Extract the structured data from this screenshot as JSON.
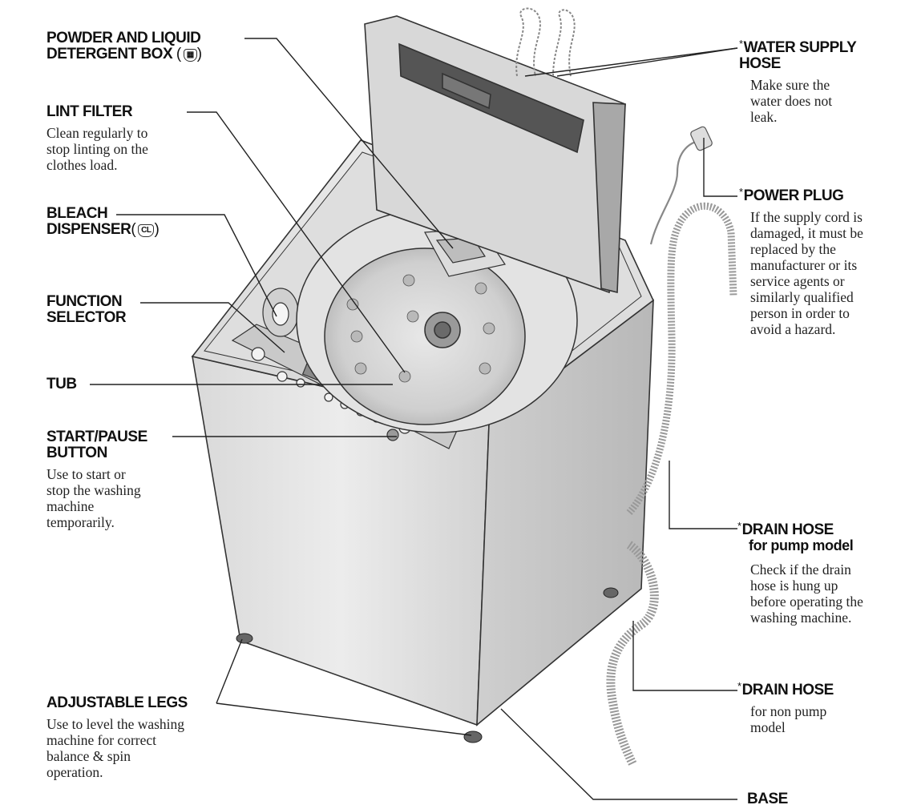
{
  "labels": {
    "powder_box": {
      "title_line1": "POWDER AND LIQUID",
      "title_line2": "DETERGENT BOX"
    },
    "lint_filter": {
      "title": "LINT FILTER",
      "desc": "Clean regularly to\nstop linting on the\nclothes load."
    },
    "bleach": {
      "title_line1": "BLEACH",
      "title_line2": "DISPENSER",
      "icon_text": "CL"
    },
    "function_selector": {
      "title": "FUNCTION\nSELECTOR"
    },
    "tub": {
      "title": "TUB"
    },
    "start_pause": {
      "title": "START/PAUSE\nBUTTON",
      "desc": "Use to start or\nstop the washing\nmachine\ntemporarily."
    },
    "legs": {
      "title": "ADJUSTABLE LEGS",
      "desc": "Use to level the washing\nmachine for correct\nbalance & spin\noperation."
    },
    "water_hose": {
      "star": "*",
      "title": "WATER SUPPLY\nHOSE",
      "desc": "Make sure the\nwater does not\nleak."
    },
    "power_plug": {
      "star": "*",
      "title": "POWER PLUG",
      "desc": "If the supply cord is\ndamaged, it must be\nreplaced by the\nmanufacturer or its\nservice agents or\nsimilarly qualified\nperson in order to\navoid a hazard."
    },
    "drain_pump": {
      "star": "*",
      "title": "DRAIN HOSE",
      "subtitle": "for pump model",
      "desc": "Check if the drain\nhose is hung up\nbefore operating the\nwashing machine."
    },
    "drain_nonpump": {
      "star": "*",
      "title": "DRAIN HOSE",
      "desc": "for non pump\nmodel"
    },
    "base": {
      "title": "BASE"
    }
  },
  "colors": {
    "ink": "#222222",
    "body_light": "#e6e6e6",
    "body_mid": "#cfcfcf",
    "body_dark": "#b4b4b4",
    "lid_dark": "#555555"
  }
}
